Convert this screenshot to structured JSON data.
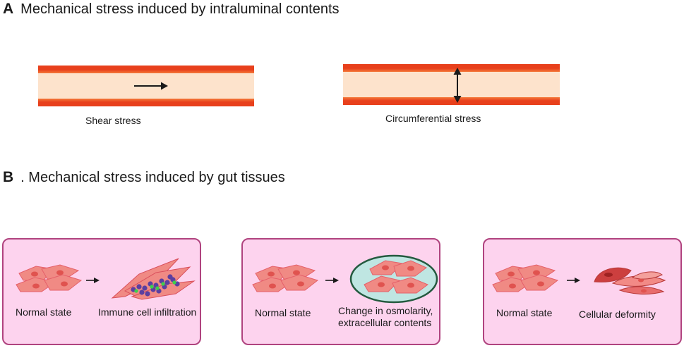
{
  "section_a": {
    "letter": "A",
    "title": "Mechanical stress induced by intraluminal contents"
  },
  "section_b": {
    "letter": "B",
    "title": ". Mechanical stress induced by gut tissues"
  },
  "tubes": {
    "shear": {
      "label": "Shear stress"
    },
    "circumferential": {
      "label": "Circumferential  stress"
    }
  },
  "panels": [
    {
      "left_label": "Normal state",
      "right_label": "Immune cell infiltration"
    },
    {
      "left_label": "Normal state",
      "right_label_line1": "Change in osmolarity,",
      "right_label_line2": "extracellular contents"
    },
    {
      "left_label": "Normal state",
      "right_label": "Cellular deformity"
    }
  ],
  "colors": {
    "tube_wall": "#e8401c",
    "tube_lumen": "#fde3cc",
    "panel_fill": "#fdd3ee",
    "panel_border": "#b0437f",
    "cell_fill": "#f08a84",
    "cell_nucleus": "#e0534f",
    "ecm_fill": "#bfe6e2",
    "ecm_border": "#245a3f",
    "immune_purple": "#5b3fa0",
    "immune_green": "#3cd04a"
  }
}
